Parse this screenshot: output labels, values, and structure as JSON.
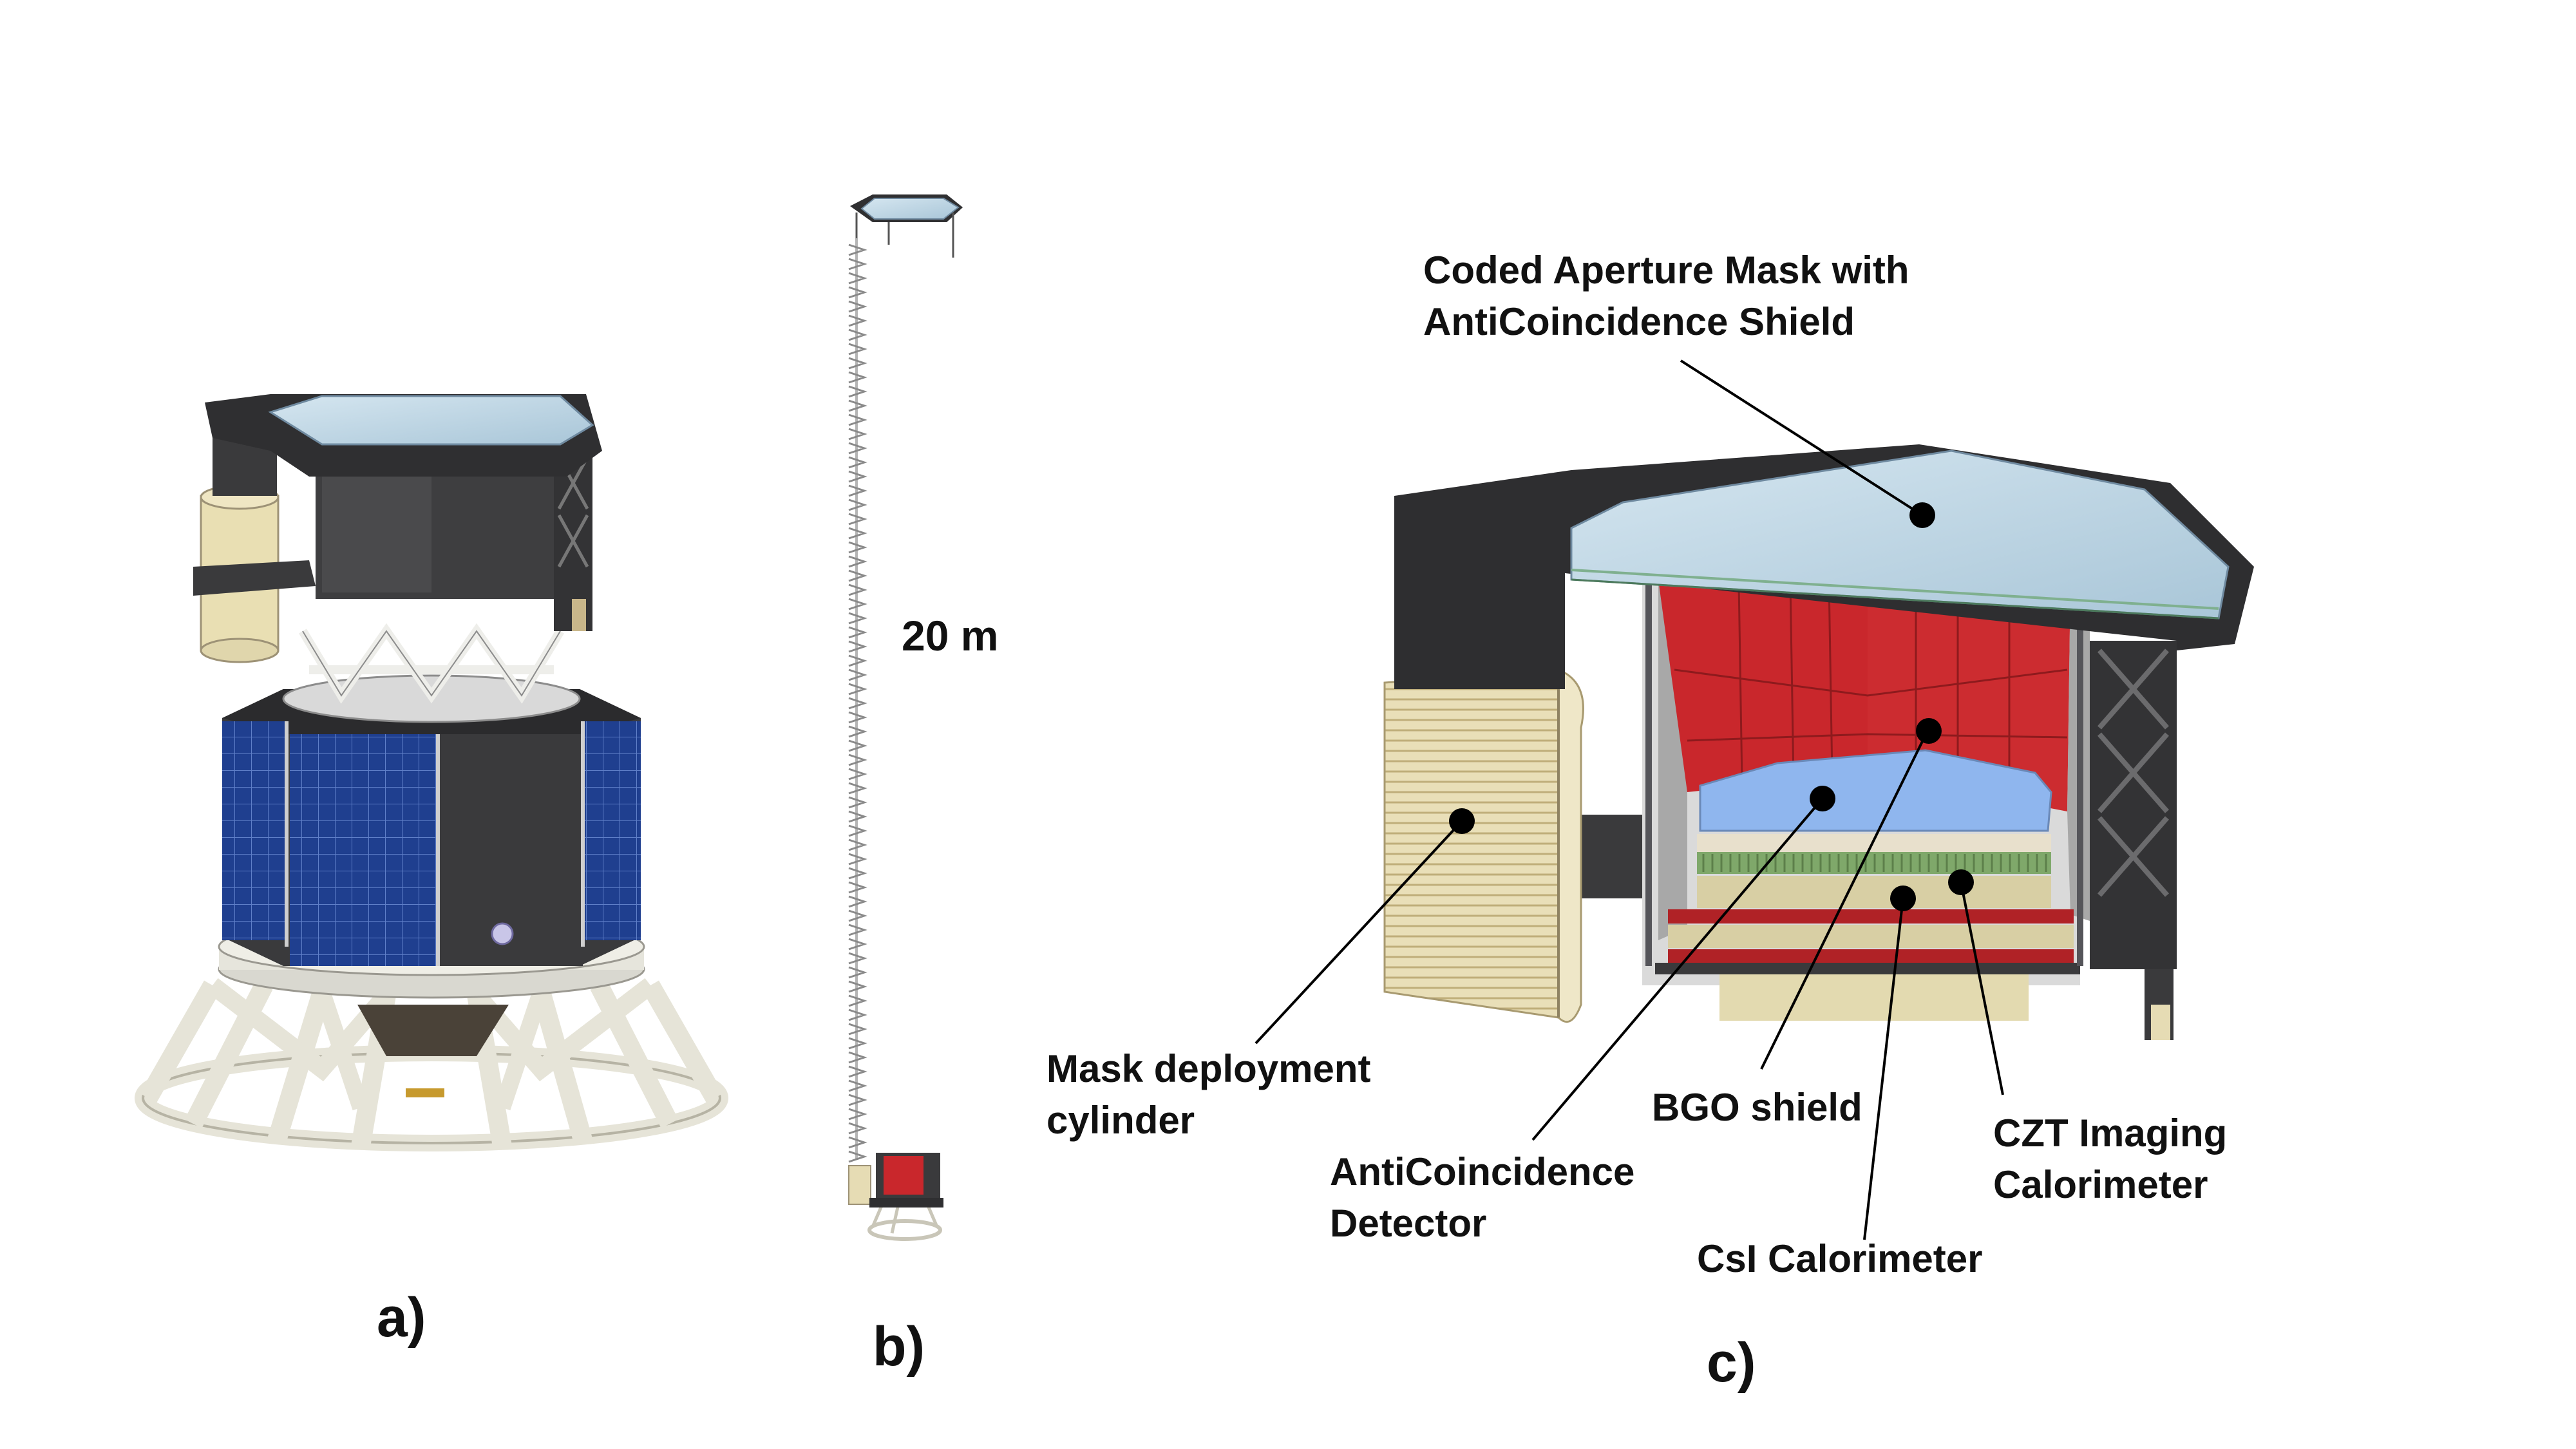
{
  "panels": {
    "a": {
      "label": "a)"
    },
    "b": {
      "label": "b)",
      "distance_label": "20 m"
    },
    "c": {
      "label": "c)",
      "callouts": {
        "coded_mask": {
          "line1": "Coded Aperture Mask with",
          "line2": "AntiCoincidence Shield"
        },
        "mask_cylinder": {
          "line1": "Mask deployment",
          "line2": "cylinder"
        },
        "anticoincidence": {
          "line1": "AntiCoincidence",
          "line2": "Detector"
        },
        "bgo": {
          "line1": "BGO shield"
        },
        "csi": {
          "line1": "CsI  Calorimeter"
        },
        "czt": {
          "line1": "CZT Imaging",
          "line2": "Calorimeter"
        }
      }
    }
  },
  "colors": {
    "structure_dark": "#3c3c3e",
    "mask_glass": "#b9d3e3",
    "solar_panel": "#1f3f8f",
    "bgo_red": "#c9272c",
    "cylinder_tan": "#e6dcb4",
    "acd_blue": "#8fb6ee",
    "czt_green": "#7fa86a",
    "csi_tan": "#d8cfa4",
    "truss_white": "#ecebe2"
  }
}
